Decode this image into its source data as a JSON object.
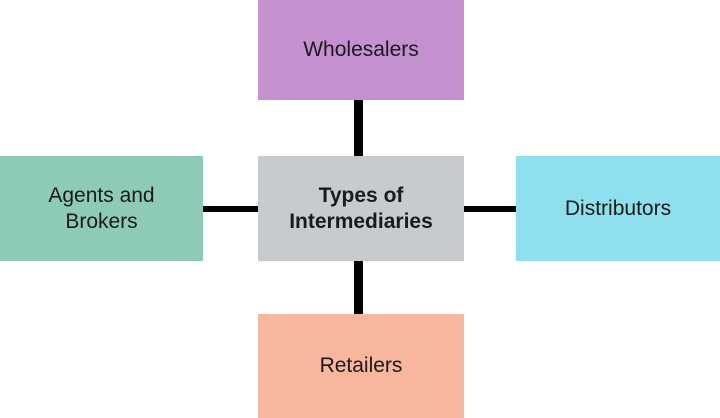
{
  "diagram": {
    "center": {
      "label": "Types of Intermediaries",
      "color": "#c8cbcd"
    },
    "top": {
      "label": "Wholesalers",
      "color": "#c490cf"
    },
    "left": {
      "label": "Agents and Brokers",
      "color": "#8ecbb6"
    },
    "right": {
      "label": "Distributors",
      "color": "#8ee0ee"
    },
    "bottom": {
      "label": "Retailers",
      "color": "#f8b69e"
    },
    "connector_color": "#000000"
  }
}
